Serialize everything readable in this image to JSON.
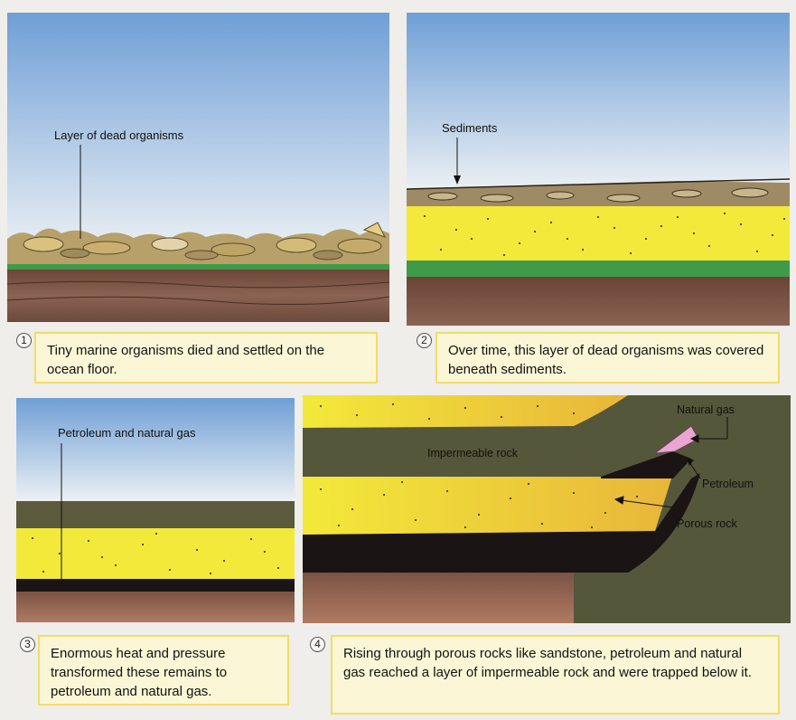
{
  "panels": [
    {
      "number": "1",
      "label": "Layer of dead organisms",
      "caption": "Tiny marine organisms died and settled on the ocean floor."
    },
    {
      "number": "2",
      "label": "Sediments",
      "caption": "Over time, this layer of dead organisms was covered beneath sediments."
    },
    {
      "number": "3",
      "label": "Petroleum and natural gas",
      "caption": "Enormous heat and pressure transformed these remains to petroleum and natural gas."
    },
    {
      "number": "4",
      "labels": {
        "natural_gas": "Natural gas",
        "impermeable_rock": "Impermeable rock",
        "petroleum": "Petroleum",
        "porous_rock": "Porous rock"
      },
      "caption": "Rising through porous rocks like sandstone, petroleum and natural gas reached a layer of impermeable rock and were trapped below it."
    }
  ],
  "colors": {
    "sky_top": "#6f9fd6",
    "sky_bottom": "#e6eef5",
    "sediment_yellow": "#f3e93a",
    "algae_green": "#3f9a4a",
    "earth_brown": "#7a5344",
    "oil_black": "#1b1414",
    "gas_pink": "#e9a6d2",
    "rock_olive": "#55573a",
    "caption_bg": "#fbf7d6",
    "caption_border": "#f1dc6a"
  }
}
